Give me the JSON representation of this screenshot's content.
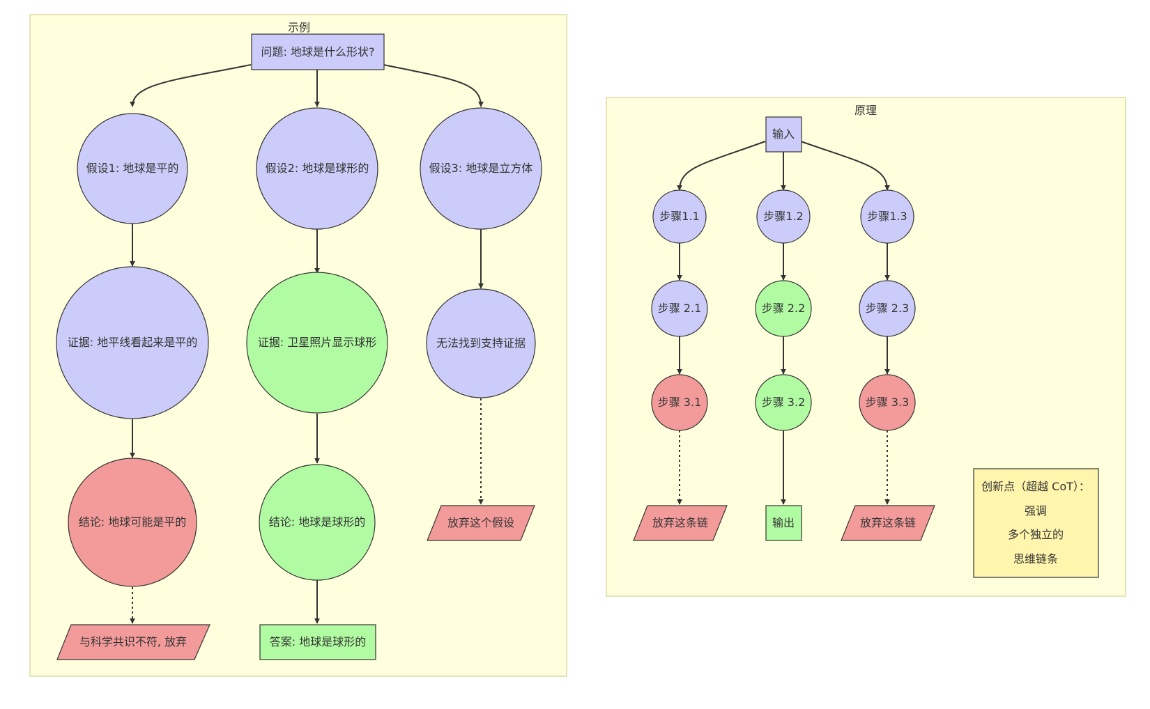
{
  "colors": {
    "default": "#ccccfa",
    "success": "#b1fba3",
    "failure": "#f29b9a"
  },
  "example": {
    "title": "示例",
    "question": "问题: 地球是什么形状?",
    "hypotheses": [
      {
        "hypothesis": "假设1: 地球是平的",
        "evidence": "证据: 地平线看起来是平的",
        "conclusion": "结论: 地球可能是平的",
        "outcome": "与科学共识不符, 放弃"
      },
      {
        "hypothesis": "假设2: 地球是球形的",
        "evidence": "证据: 卫星照片显示球形",
        "conclusion": "结论: 地球是球形的",
        "outcome": "答案: 地球是球形的"
      },
      {
        "hypothesis": "假设3: 地球是立方体",
        "evidence": "无法找到支持证据",
        "outcome": "放弃这个假设"
      }
    ]
  },
  "principle": {
    "title": "原理",
    "input": "输入",
    "chains": [
      {
        "steps": [
          "步骤1.1",
          "步骤 2.1",
          "步骤 3.1"
        ],
        "outcome": "放弃这条链"
      },
      {
        "steps": [
          "步骤1.2",
          "步骤 2.2",
          "步骤 3.2"
        ],
        "outcome": "输出"
      },
      {
        "steps": [
          "步骤1.3",
          "步骤 2.3",
          "步骤 3.3"
        ],
        "outcome": "放弃这条链"
      }
    ],
    "note": [
      "创新点（超越 CoT）：",
      "强调",
      "多个独立的",
      "思维链条"
    ]
  }
}
